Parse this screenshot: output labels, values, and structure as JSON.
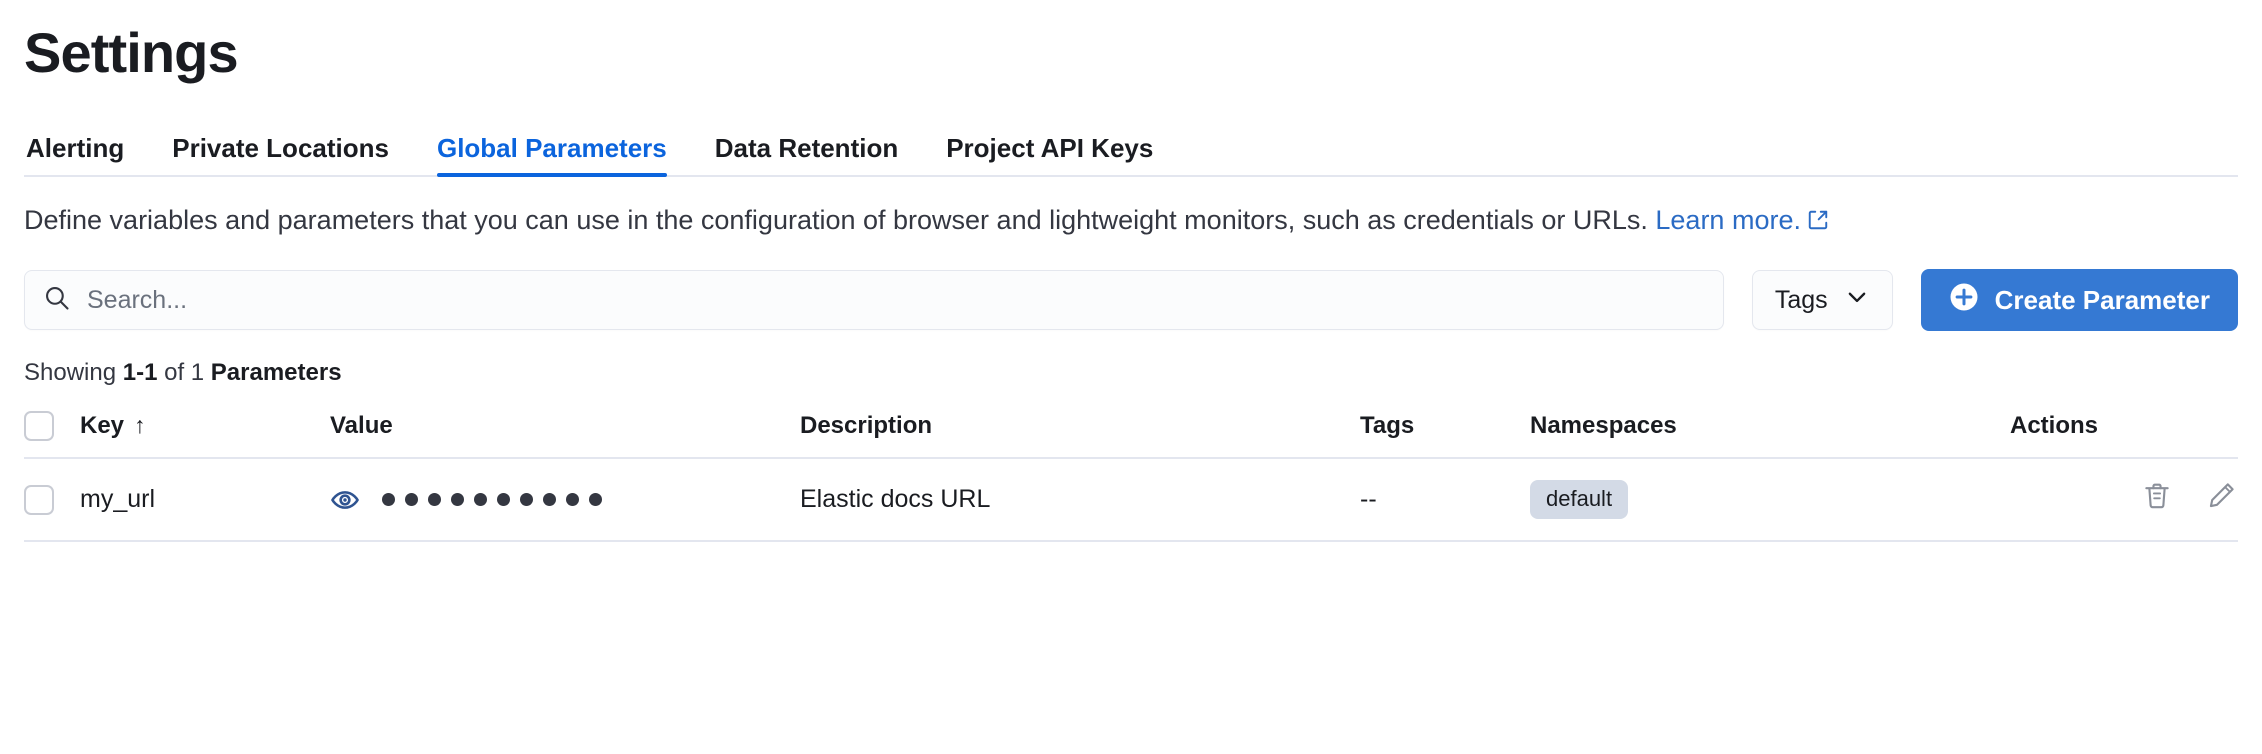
{
  "header": {
    "title": "Settings"
  },
  "tabs": [
    {
      "label": "Alerting",
      "active": false
    },
    {
      "label": "Private Locations",
      "active": false
    },
    {
      "label": "Global Parameters",
      "active": true
    },
    {
      "label": "Data Retention",
      "active": false
    },
    {
      "label": "Project API Keys",
      "active": false
    }
  ],
  "description": {
    "text": "Define variables and parameters that you can use in the configuration of browser and lightweight monitors, such as credentials or URLs.",
    "link_label": "Learn more.",
    "link_icon": "external-link-icon"
  },
  "controls": {
    "search": {
      "placeholder": "Search...",
      "value": "",
      "icon": "search-icon"
    },
    "tags_filter": {
      "label": "Tags",
      "icon": "chevron-down-icon"
    },
    "create_button": {
      "label": "Create Parameter",
      "icon": "plus-circle-icon",
      "color": "#3579d3"
    }
  },
  "summary": {
    "prefix": "Showing",
    "range": "1-1",
    "middle": "of 1",
    "entity": "Parameters"
  },
  "table": {
    "columns": [
      {
        "key": "select",
        "label": ""
      },
      {
        "key": "key",
        "label": "Key",
        "sort": "ascending",
        "sort_icon": "arrow-up-icon"
      },
      {
        "key": "value",
        "label": "Value"
      },
      {
        "key": "description",
        "label": "Description"
      },
      {
        "key": "tags",
        "label": "Tags"
      },
      {
        "key": "namespaces",
        "label": "Namespaces"
      },
      {
        "key": "actions",
        "label": "Actions"
      }
    ],
    "rows": [
      {
        "key": "my_url",
        "value_masked": true,
        "value_dots": 10,
        "value_icon": "eye-icon",
        "description": "Elastic docs URL",
        "tags": "--",
        "namespaces": [
          "default"
        ],
        "actions": [
          "trash-icon",
          "pencil-icon"
        ]
      }
    ]
  },
  "colors": {
    "accent": "#0b64dd",
    "button": "#3579d3",
    "link": "#2b6bc4",
    "eye_icon": "#2f5491",
    "badge_bg": "#d3dae6",
    "border": "#e3e6ef",
    "text": "#1a1c21"
  }
}
